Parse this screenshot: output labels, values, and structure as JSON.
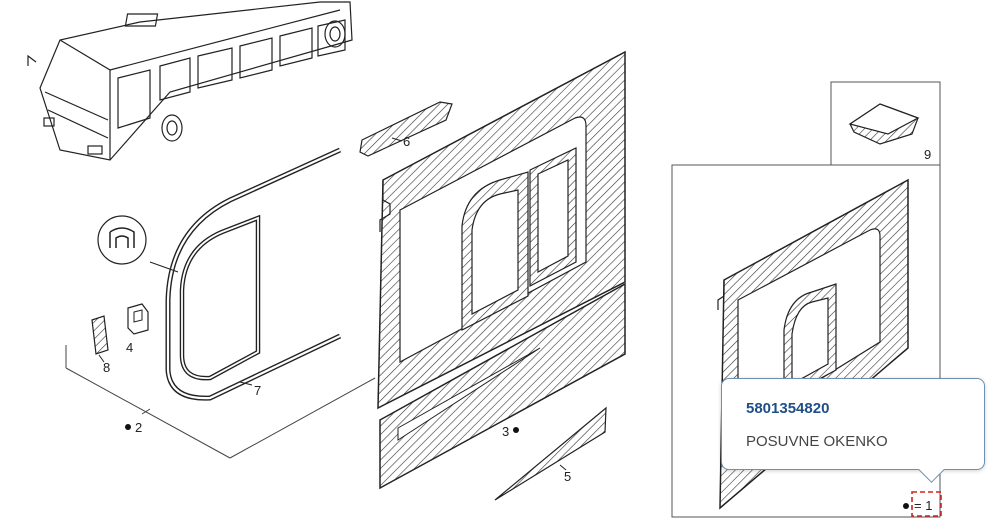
{
  "callouts": {
    "c2": "2",
    "c3": "3",
    "c4": "4",
    "c5": "5",
    "c6": "6",
    "c7": "7",
    "c8": "8",
    "c9": "9"
  },
  "tooltip": {
    "part_number": "5801354820",
    "description": "POSUVNE OKENKO"
  },
  "quantity": {
    "text": "= 1"
  },
  "colors": {
    "line": "#1a1a1a",
    "hatch": "#333333",
    "tooltip_border": "#6d8fb0",
    "part_number": "#1f4f86",
    "highlight": "#d62020"
  }
}
